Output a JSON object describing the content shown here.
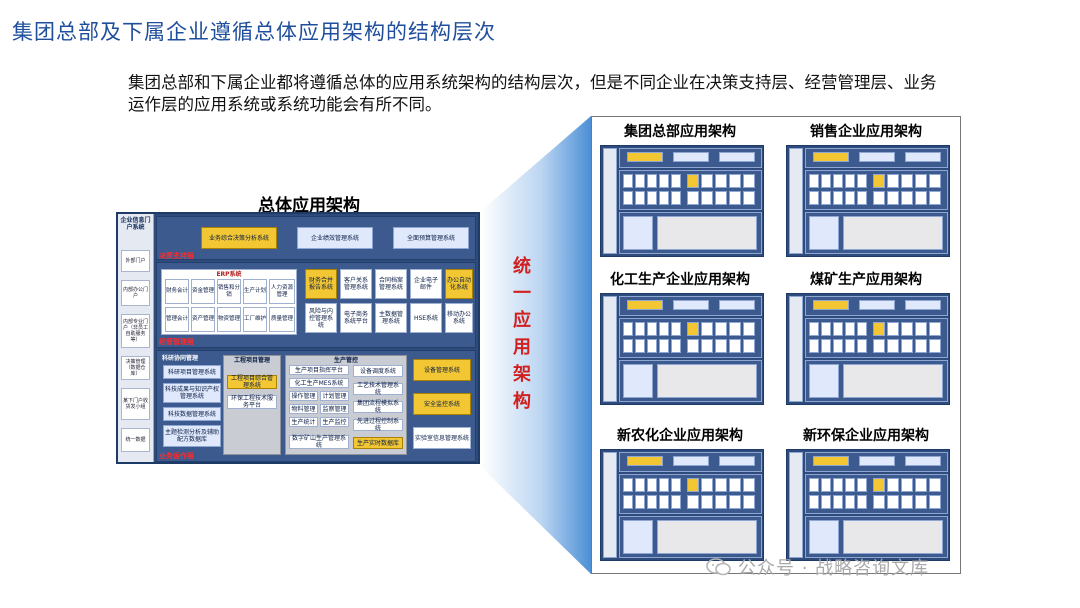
{
  "page_title": "集团总部及下属企业遵循总体应用架构的结构层次",
  "intro": "集团总部和下属企业都将遵循总体的应用系统架构的结构层次，但是不同企业在决策支持层、经营管理层、业务运作层的应用系统或系统功能会有所不同。",
  "architecture": {
    "title": "总体应用架构",
    "portal": {
      "header": "企业信息门户系统",
      "items": [
        "外部门户",
        "内部办公门户",
        "内部专业门户（非员工自助服务等）",
        "决策管理（数据仓库）",
        "某下门户收货发小组",
        "统一数据"
      ]
    },
    "decision_layer": {
      "label": "决策支持层",
      "boxes": [
        "业务综合决策分析系统",
        "企业绩效管理系统",
        "全面预算管理系统"
      ]
    },
    "management_layer": {
      "label": "经营管理层",
      "erp_title": "ERP系统",
      "erp_row1": [
        "财务会计",
        "资金管理",
        "销售和分销",
        "生产计划",
        "人力资源管理"
      ],
      "erp_row2": [
        "管理会计",
        "资产管理",
        "物资管理",
        "工厂维护",
        "质量管理"
      ],
      "right_top": [
        "财务合并报告系统",
        "客户关系管理系统",
        "合同档案管理系统",
        "企业电子邮件",
        "办公自动化系统"
      ],
      "right_bottom": [
        "风险与内控管理系统",
        "电子商务系统平台",
        "主数据管理系统",
        "HSE系统",
        "移动办公系统"
      ]
    },
    "operation_layer": {
      "label": "业务运作层",
      "research_title": "科研协同管理",
      "research_items": [
        "科研项目管理系统",
        "科技成果与知识产权管理系统",
        "科技数据管理系统",
        "主题检测分析及辅助配方数据库"
      ],
      "engineering_title": "工程项目管理",
      "engineering_items": [
        "工程项目综合管理系统",
        "环保工程技术服务平台"
      ],
      "production_title": "生产管控",
      "production_items": [
        "生产项目指挥平台",
        "化工生产MES系统",
        "操作管理",
        "计划管理",
        "物料管理",
        "监察管理",
        "生产统计",
        "生产监控",
        "数字矿山生产管理系统"
      ],
      "production_right": [
        "设备调度系统",
        "工艺技术管理系统",
        "集团流程模拟系统",
        "先进过程控制系统",
        "生产实时数据库"
      ],
      "side_items": [
        "设备管理系统",
        "安全监控系统",
        "实验室信息管理系统"
      ]
    }
  },
  "unify_text": [
    "统",
    "一",
    "应",
    "用",
    "架",
    "构"
  ],
  "sub_architectures": [
    {
      "title": "集团总部应用架构"
    },
    {
      "title": "销售企业应用架构"
    },
    {
      "title": "化工生产企业应用架构"
    },
    {
      "title": "煤矿生产应用架构"
    },
    {
      "title": "新农化企业应用架构"
    },
    {
      "title": "新环保企业应用架构"
    }
  ],
  "watermark": "公众号 · 战略咨询文库",
  "colors": {
    "title_blue": "#1f4e9c",
    "frame_blue": "#2f4b7c",
    "highlight_yellow": "#f2c733",
    "label_red": "#ff2a2a"
  }
}
